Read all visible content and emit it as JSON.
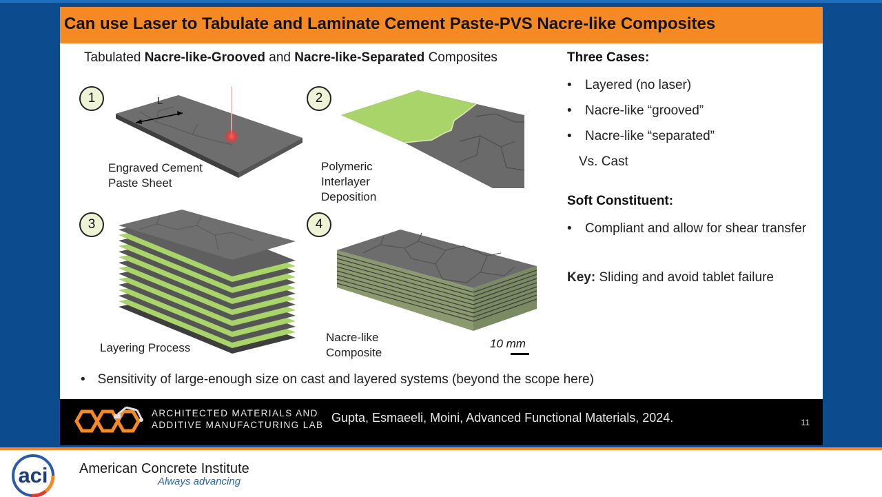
{
  "slide": {
    "title": "Can use Laser to Tabulate and Laminate Cement Paste-PVS Nacre-like Composites",
    "subtitle": {
      "prefix": "Tabulated ",
      "bold1": "Nacre-like-Grooved",
      "middle": " and ",
      "bold2": "Nacre-like-Separated",
      "suffix": " Composites"
    },
    "figure": {
      "steps": [
        "1",
        "2",
        "3",
        "4"
      ],
      "dimension_label": "L",
      "captions": {
        "step1": [
          "Engraved Cement",
          "Paste Sheet"
        ],
        "step2": [
          "Polymeric",
          "Interlayer",
          "Deposition"
        ],
        "step3": "Layering Process",
        "step4": [
          "Nacre-like",
          "Composite"
        ]
      },
      "scale_bar": "10 mm"
    },
    "right_column": {
      "cases_heading": "Three Cases:",
      "cases": [
        "Layered (no laser)",
        "Nacre-like “grooved”",
        "Nacre-like “separated”"
      ],
      "comparison": "Vs. Cast",
      "soft_heading": "Soft Constituent:",
      "soft_items": [
        "Compliant and allow for shear transfer"
      ],
      "key_label": "Key:",
      "key_text": " Sliding and avoid tablet failure"
    },
    "bottom_bullet": "Sensitivity of large-enough size on cast and layered systems (beyond the scope here)",
    "footer": {
      "lab_line1": "ARCHITECTED MATERIALS AND",
      "lab_line2": "ADDITIVE MANUFACTURING LAB",
      "citation": "Gupta, Esmaeeli, Moini, Advanced Functional Materials, 2024.",
      "slide_number": "11"
    }
  },
  "branding": {
    "logo_text": "aci",
    "org_name": "American Concrete Institute",
    "tagline": "Always advancing"
  },
  "colors": {
    "background_blue": "#0c4c8e",
    "title_bar_orange": "#f58a25",
    "footer_black": "#000000",
    "tagline_blue": "#2867b2",
    "polymer_green": "#a9d46a",
    "laser_red": "#ff3030"
  }
}
